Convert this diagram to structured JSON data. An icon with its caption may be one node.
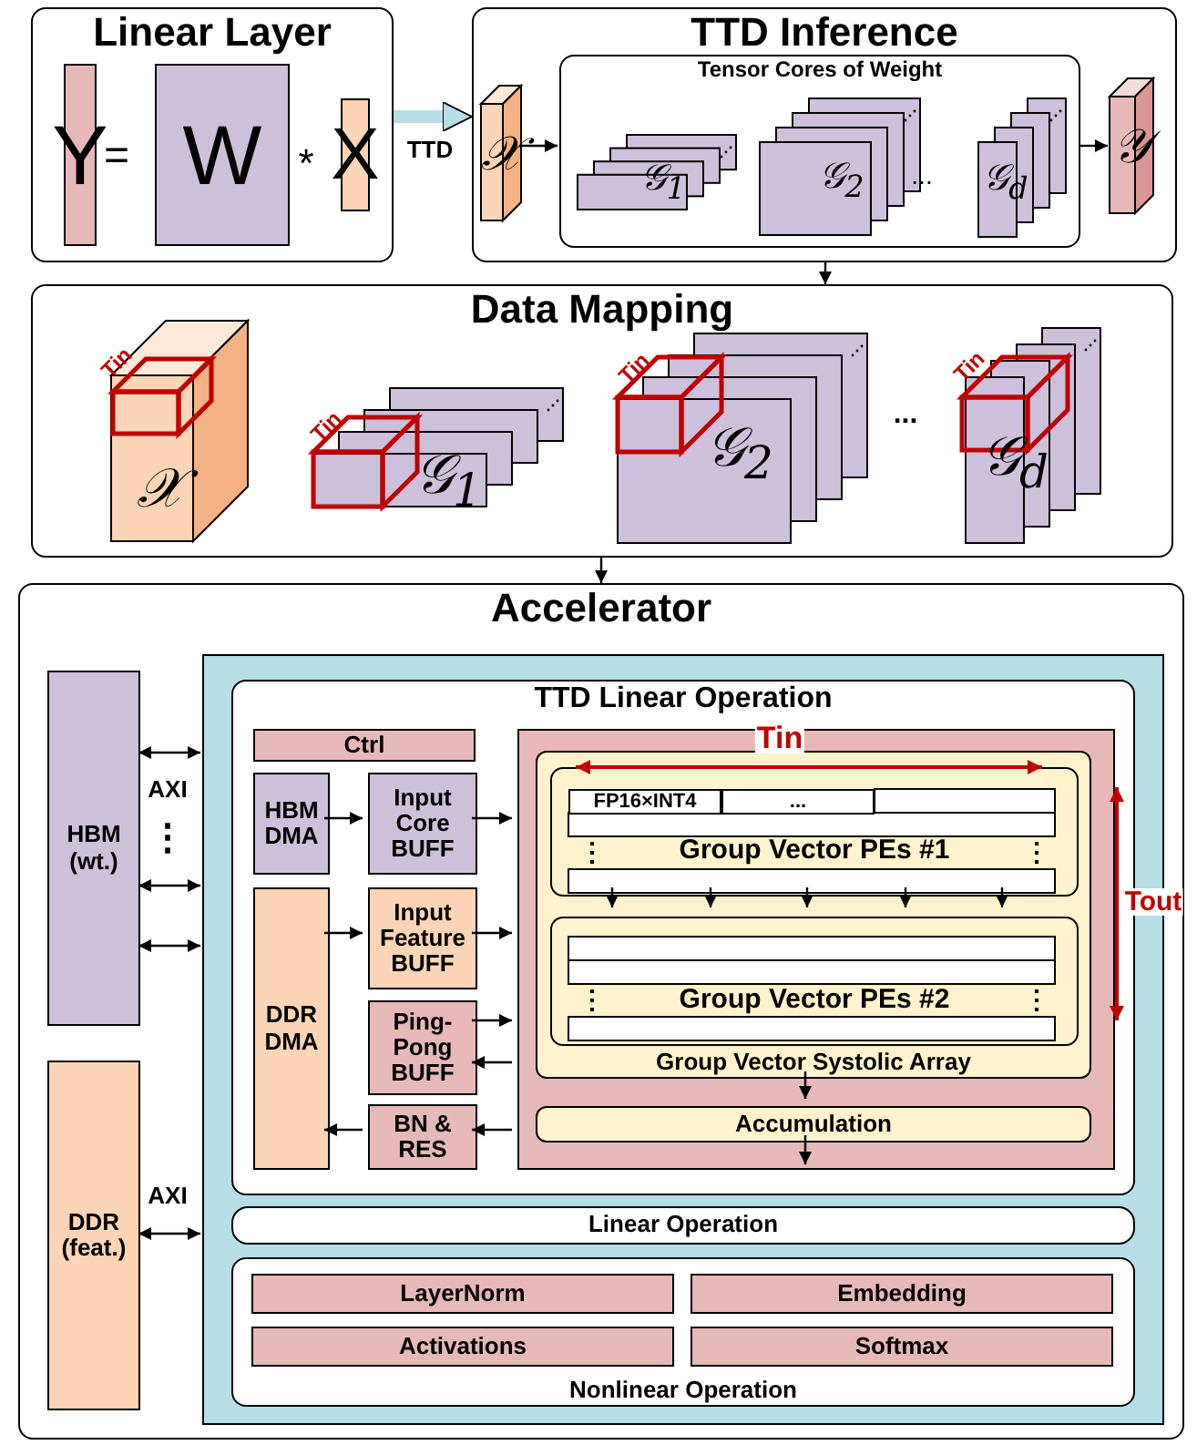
{
  "diagram": {
    "nodes": [
      {
        "text": [
          "Linear Layer"
        ]
      },
      {
        "text": [
          "Y"
        ],
        "in": 0
      },
      {
        "text": [
          "W"
        ],
        "in": 0
      },
      {
        "text": [
          "X"
        ],
        "in": 0
      },
      {
        "text": [
          "TTD Inference"
        ]
      },
      {
        "text": [
          "𝒳"
        ],
        "in": 4
      },
      {
        "text": [
          "Tensor Cores of Weight"
        ],
        "in": 4
      },
      {
        "text": [
          "𝒢$_{1}$"
        ],
        "in": 6
      },
      {
        "text": [
          "𝒢$_{2}$"
        ],
        "in": 6
      },
      {
        "text": [
          "𝒢$_{d}$"
        ],
        "in": 6
      },
      {
        "text": [
          "𝒴"
        ],
        "in": 4
      },
      {
        "text": [
          "Data Mapping"
        ]
      },
      {
        "text": [
          "Tin",
          "𝒳"
        ],
        "in": 11
      },
      {
        "text": [
          "Tin",
          "𝒢$_{1}$"
        ],
        "in": 11
      },
      {
        "text": [
          "Tin",
          "𝒢$_{2}$"
        ],
        "in": 11
      },
      {
        "text": [
          "Tin",
          "𝒢$_{d}$"
        ],
        "in": 11
      },
      {
        "text": [
          "Accelerator"
        ]
      },
      {
        "text": [
          "HBM (wt.)"
        ],
        "in": 16
      },
      {
        "text": [
          "DDR (feat.)"
        ],
        "in": 16
      },
      {
        "text": [],
        "shape": "box",
        "in": 16
      },
      {
        "text": [
          "TTD Linear Operation"
        ],
        "in": 19
      },
      {
        "text": [
          "Ctrl"
        ],
        "in": 20
      },
      {
        "text": [
          "HBM DMA"
        ],
        "in": 20
      },
      {
        "text": [
          "DDR DMA"
        ],
        "in": 20
      },
      {
        "text": [
          "Input Core BUFF"
        ],
        "in": 20
      },
      {
        "text": [
          "Input Feature BUFF"
        ],
        "in": 20
      },
      {
        "text": [
          "Ping-Pong BUFF"
        ],
        "in": 20
      },
      {
        "text": [
          "BN & RES"
        ],
        "in": 20
      },
      {
        "text": [],
        "shape": "box",
        "in": 20
      },
      {
        "text": [
          "Group Vector Systolic Array"
        ],
        "in": 28
      },
      {
        "text": [
          "Group Vector PEs #1"
        ],
        "in": 29
      },
      {
        "text": [
          "FP16×INT4"
        ],
        "in": 30
      },
      {
        "text": [
          "..."
        ],
        "in": 30
      },
      {
        "text": [
          "Group Vector PEs #2"
        ],
        "in": 29
      },
      {
        "text": [
          "Accumulation"
        ],
        "in": 28
      },
      {
        "text": [
          "Linear Operation"
        ],
        "in": 19
      },
      {
        "text": [
          "Nonlinear Operation"
        ],
        "in": 19
      },
      {
        "text": [
          "LayerNorm"
        ],
        "in": 36
      },
      {
        "text": [
          "Embedding"
        ],
        "in": 36
      },
      {
        "text": [
          "Activations"
        ],
        "in": 36
      },
      {
        "text": [
          "Softmax"
        ],
        "in": 36
      }
    ],
    "edges": [
      {
        "from": 0,
        "to": 4,
        "arrow": "to",
        "label": "TTD",
        "style": "thick",
        "color": "#b7dde8"
      },
      {
        "from": 5,
        "to": 6,
        "arrow": "to"
      },
      {
        "from": 6,
        "to": 10,
        "arrow": "to"
      },
      {
        "from": 4,
        "to": 11,
        "arrow": "to"
      },
      {
        "from": 11,
        "to": 16,
        "arrow": "to"
      },
      {
        "from": 17,
        "to": 19,
        "arrow": "both",
        "label": "AXI"
      },
      {
        "from": 17,
        "to": 19,
        "arrow": "both"
      },
      {
        "from": 17,
        "to": 19,
        "arrow": "both"
      },
      {
        "from": 18,
        "to": 19,
        "arrow": "both",
        "label": "AXI"
      },
      {
        "from": 22,
        "to": 24,
        "arrow": "to"
      },
      {
        "from": 24,
        "to": 28,
        "arrow": "to"
      },
      {
        "from": 23,
        "to": 25,
        "arrow": "to"
      },
      {
        "from": 25,
        "to": 28,
        "arrow": "to"
      },
      {
        "from": 26,
        "to": 28,
        "arrow": "to"
      },
      {
        "from": 28,
        "to": 26,
        "arrow": "to"
      },
      {
        "from": 28,
        "to": 27,
        "arrow": "to"
      },
      {
        "from": 27,
        "to": 23,
        "arrow": "to"
      },
      {
        "from": 30,
        "to": 33,
        "arrow": "to"
      },
      {
        "from": 30,
        "to": 33,
        "arrow": "to"
      },
      {
        "from": 30,
        "to": 33,
        "arrow": "to"
      },
      {
        "from": 30,
        "to": 33,
        "arrow": "to"
      },
      {
        "from": 30,
        "to": 33,
        "arrow": "to"
      },
      {
        "from": 29,
        "to": 34,
        "arrow": "to"
      },
      {
        "from": 34,
        "to": 28,
        "arrow": "to"
      }
    ],
    "labels": [
      "=",
      "*",
      "...",
      "...",
      "⋮",
      "Tin",
      "Tout"
    ]
  }
}
